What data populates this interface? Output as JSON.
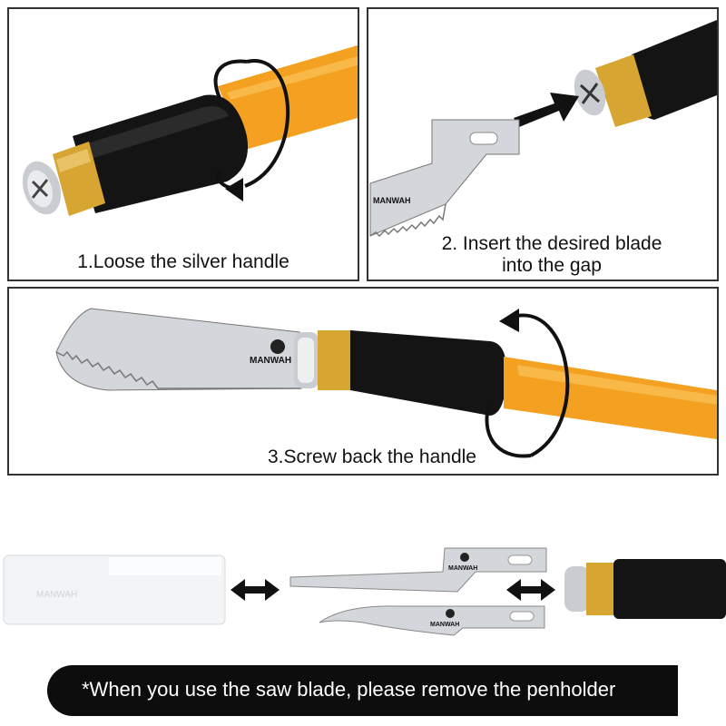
{
  "steps": [
    {
      "caption": "1.Loose the silver handle"
    },
    {
      "caption_line1": "2. Insert the desired blade",
      "caption_line2": "into the gap"
    },
    {
      "caption": "3.Screw back the handle"
    }
  ],
  "brand": "MANWAH",
  "footer_note": "*When you use the saw blade, please remove the penholder",
  "colors": {
    "handle_orange": "#f4a021",
    "grip_black": "#121212",
    "brass": "#d6a532",
    "steel": "#c9ccd0",
    "border": "#333333"
  },
  "icons": [
    "rotate-arrow-icon",
    "insert-arrow-icon",
    "swap-arrow-icon"
  ]
}
